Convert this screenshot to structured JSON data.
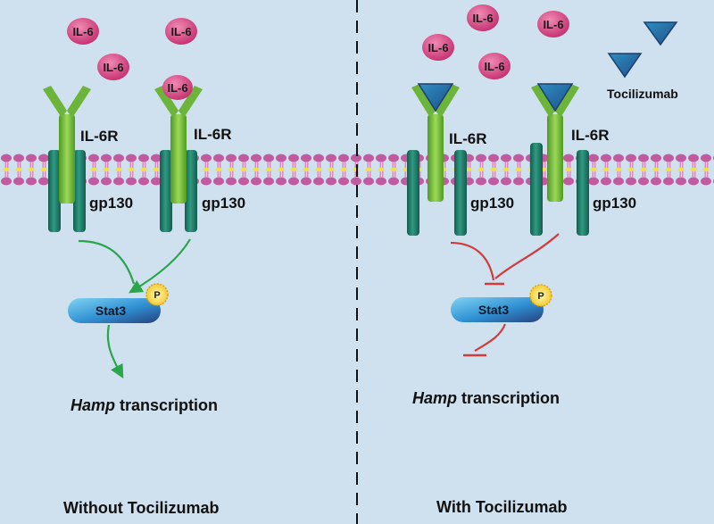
{
  "panels": {
    "left": {
      "caption": "Without Tocilizumab",
      "receptor_label": "IL-6R",
      "coreceptor_label": "gp130",
      "ligand_label": "IL-6",
      "stat_label": "Stat3",
      "phospho_label": "P",
      "transcription_gene": "Hamp",
      "transcription_word": " transcription"
    },
    "right": {
      "caption": "With Tocilizumab",
      "receptor_label": "IL-6R",
      "coreceptor_label": "gp130",
      "ligand_label": "IL-6",
      "drug_label": "Tocilizumab",
      "stat_label": "Stat3",
      "phospho_label": "P",
      "transcription_gene": "Hamp",
      "transcription_word": " transcription"
    }
  },
  "colors": {
    "background": "#cfe0ee",
    "il6": "#d13d7c",
    "receptor_green": "#7dc241",
    "gp130_teal": "#1f7a68",
    "drug_blue": "#2f6fb0",
    "activate_arrow": "#2aa64a",
    "inhibit_line": "#d23b3b",
    "membrane_pink": "#c25aa0",
    "membrane_yellow": "#f1e04a"
  }
}
